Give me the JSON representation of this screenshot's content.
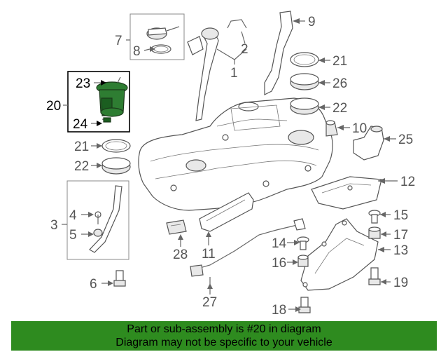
{
  "callouts": {
    "c1": "1",
    "c2": "2",
    "c3": "3",
    "c4": "4",
    "c5": "5",
    "c6": "6",
    "c7": "7",
    "c8": "8",
    "c9": "9",
    "c10": "10",
    "c11": "11",
    "c12": "12",
    "c13": "13",
    "c14": "14",
    "c15": "15",
    "c16": "16",
    "c17": "17",
    "c18": "18",
    "c19": "19",
    "c20": "20",
    "c21a": "21",
    "c21b": "21",
    "c22a": "22",
    "c22b": "22",
    "c23": "23",
    "c24": "24",
    "c25": "25",
    "c26": "26",
    "c27": "27",
    "c28": "28"
  },
  "banner": {
    "line1": "Part or sub-assembly is #20 in diagram",
    "line2": "Diagram may not be specific to your vehicle"
  },
  "colors": {
    "banner_bg": "#2e8b1f",
    "highlight_part": "#2e7d32"
  }
}
